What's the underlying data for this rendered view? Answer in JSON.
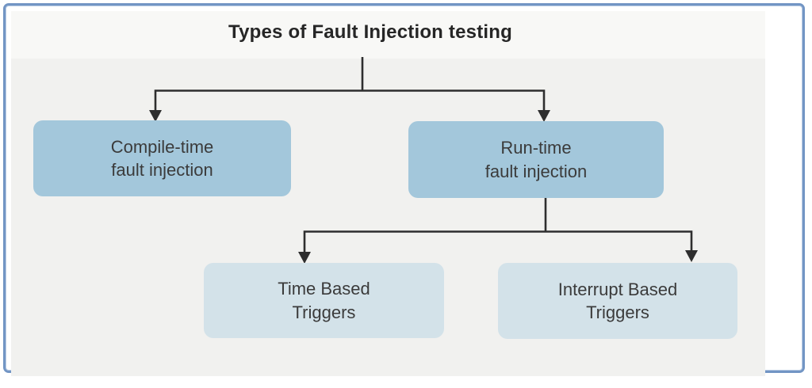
{
  "diagram": {
    "title": "Types of Fault Injection testing",
    "nodes": {
      "compile_time": {
        "label": "Compile-time\nfault injection"
      },
      "run_time": {
        "label": "Run-time\nfault injection"
      },
      "time_based": {
        "label": "Time Based\nTriggers"
      },
      "interrupt_based": {
        "label": "Interrupt Based\nTriggers"
      }
    },
    "edges": [
      {
        "from": "title",
        "to": "compile_time"
      },
      {
        "from": "title",
        "to": "run_time"
      },
      {
        "from": "run_time",
        "to": "time_based"
      },
      {
        "from": "run_time",
        "to": "interrupt_based"
      }
    ],
    "colors": {
      "frame_border": "#7295c4",
      "panel_bg": "#f1f1ef",
      "title_band_bg": "#f8f8f6",
      "node_primary_bg": "#a3c7db",
      "node_secondary_bg": "#d3e2e9",
      "connector": "#2e2e2e",
      "title_text": "#262626",
      "node_text": "#3b3b3b"
    }
  }
}
